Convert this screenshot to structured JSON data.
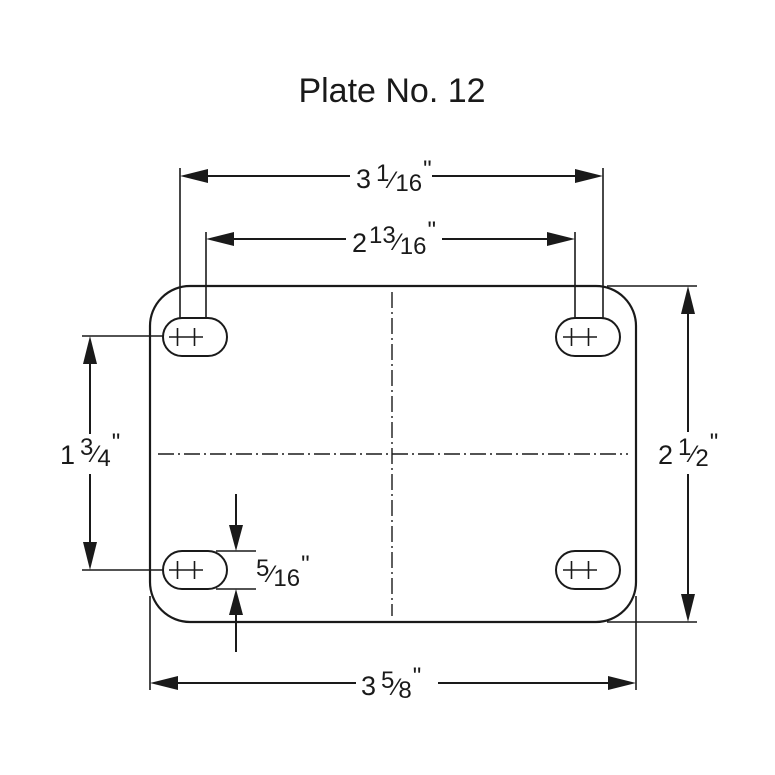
{
  "title": "Plate No. 12",
  "dimensions": {
    "hole_span_outer": {
      "whole": "3",
      "num": "1",
      "den": "16",
      "unit": "\""
    },
    "hole_span_inner": {
      "whole": "2",
      "num": "13",
      "den": "16",
      "unit": "\""
    },
    "hole_span_vertical": {
      "whole": "1",
      "num": "3",
      "den": "4",
      "unit": "\""
    },
    "plate_height": {
      "whole": "2",
      "num": "1",
      "den": "2",
      "unit": "\""
    },
    "slot_width": {
      "whole": "",
      "num": "5",
      "den": "16",
      "unit": "\""
    },
    "plate_width": {
      "whole": "3",
      "num": "5",
      "den": "8",
      "unit": "\""
    }
  },
  "colors": {
    "ink": "#1a1a1a",
    "background": "#ffffff"
  }
}
